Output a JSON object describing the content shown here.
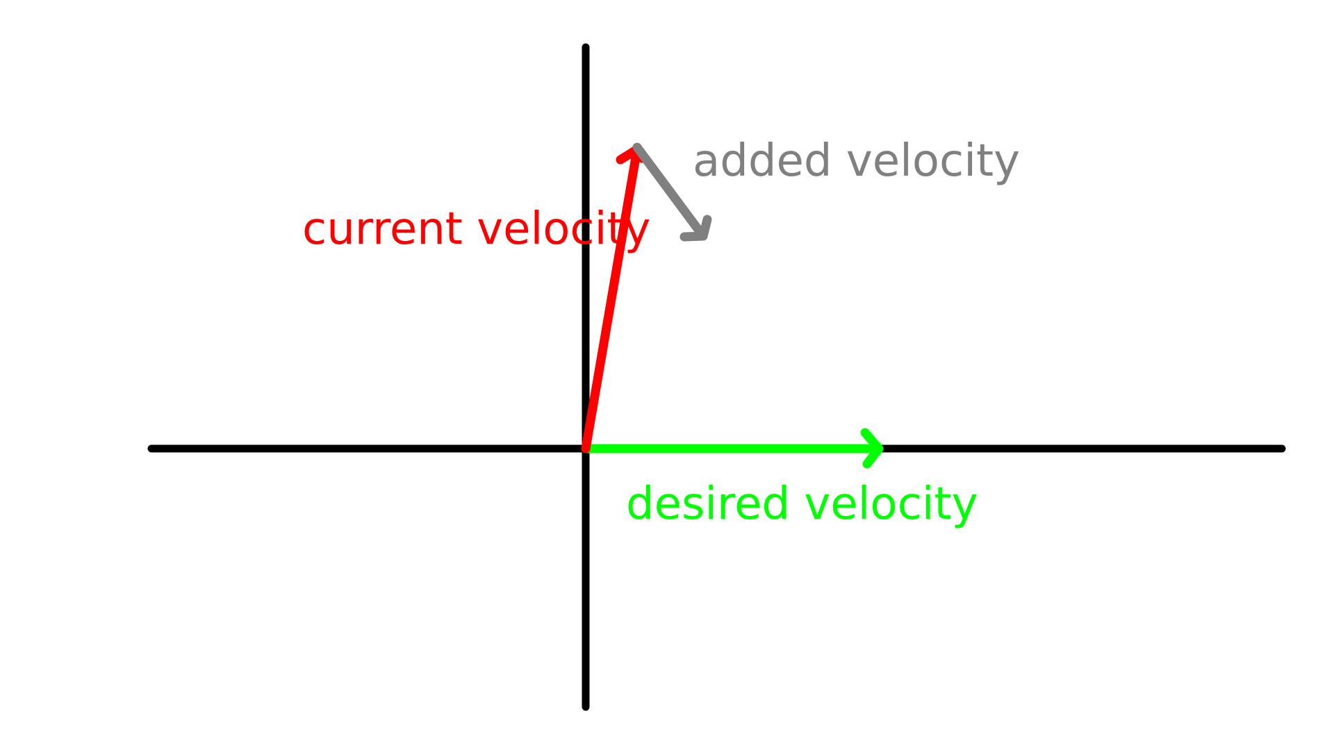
{
  "colors": {
    "background": "#ffffff",
    "axes": "#000000",
    "current": "#ff0000",
    "added": "#808080",
    "desired": "#00ff00"
  },
  "labels": {
    "current": "current velocity",
    "added": "added velocity",
    "desired": "desired velocity"
  }
}
